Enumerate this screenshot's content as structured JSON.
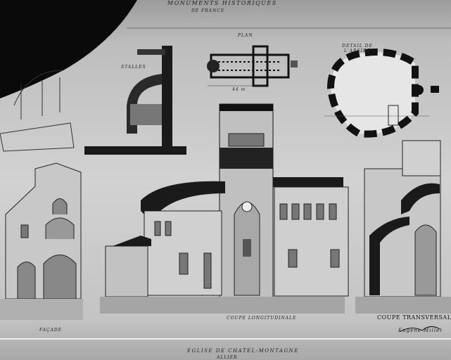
{
  "header": {
    "title": "MONUMENTS HISTORIQUES",
    "subtitle": "DE FRANCE"
  },
  "labels": {
    "plan": "PLAN",
    "detail": "DETAIL DE L'ABSIDE",
    "stalles": "STALLES",
    "facade": "FAÇADE",
    "coupe_long": "COUPE LONGITUDINALE",
    "coupe_trans": "COUPE TRANSVERSALE",
    "scale": "44 m"
  },
  "footer": {
    "church": "EGLISE DE CHATEL-MONTAGNE",
    "dept": "ALLIER"
  },
  "signature": "Eugène Millet"
}
